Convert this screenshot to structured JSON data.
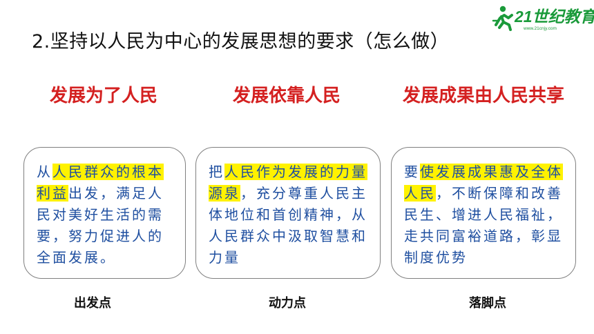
{
  "title": "2.坚持以人民为中心的发展思想的要求（怎么做）",
  "logo": {
    "text": "21世纪教育",
    "subtext": "www.21cnjy.com"
  },
  "columns": [
    {
      "heading": "发展为了人民",
      "card": {
        "pre": "从",
        "highlight": "人民群众的根本利益",
        "post": "出发，满足人民对美好生活的需要，努力促进人的全面发展。"
      },
      "label": "出发点"
    },
    {
      "heading": "发展依靠人民",
      "card": {
        "pre": "把",
        "highlight": "人民作为发展的力量源泉",
        "post": "，充分尊重人民主体地位和首创精神，从人民群众中汲取智慧和力量"
      },
      "label": "动力点"
    },
    {
      "heading": "发展成果由人民共享",
      "card": {
        "pre": "要",
        "highlight": "使发展成果惠及全体人民",
        "post": "，不断保障和改善民生、增进人民福祉，走共同富裕道路，彰显制度优势"
      },
      "label": "落脚点"
    }
  ],
  "colors": {
    "heading": "#d42020",
    "card_text": "#1f4fa0",
    "highlight": "#fff200",
    "logo": "#1a9a3a"
  }
}
